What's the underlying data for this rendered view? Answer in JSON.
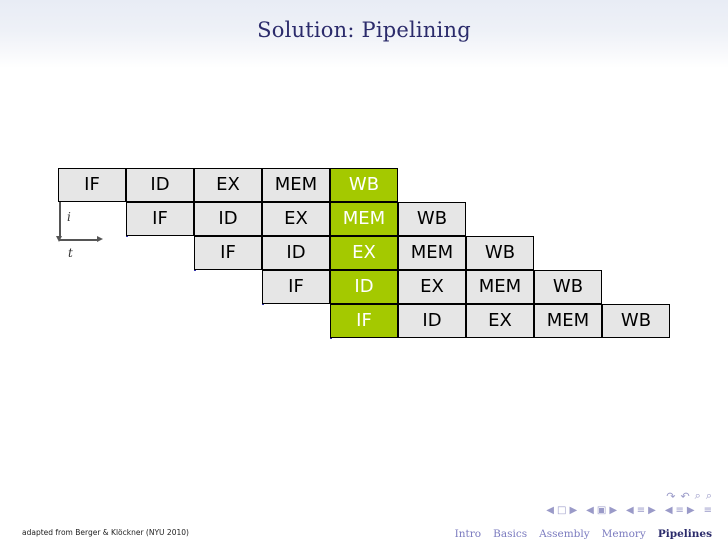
{
  "slide": {
    "title": "Solution: Pipelining"
  },
  "diagram": {
    "axis": {
      "vertical_label": "i",
      "horizontal_label": "t"
    },
    "stages": [
      "IF",
      "ID",
      "EX",
      "MEM",
      "WB"
    ],
    "rows": [
      {
        "offset": 0,
        "cells": [
          "IF",
          "ID",
          "EX",
          "MEM",
          "WB"
        ],
        "highlight_index": 4
      },
      {
        "offset": 1,
        "cells": [
          "IF",
          "ID",
          "EX",
          "MEM",
          "WB"
        ],
        "highlight_index": 3
      },
      {
        "offset": 2,
        "cells": [
          "IF",
          "ID",
          "EX",
          "MEM",
          "WB"
        ],
        "highlight_index": 2
      },
      {
        "offset": 3,
        "cells": [
          "IF",
          "ID",
          "EX",
          "MEM",
          "WB"
        ],
        "highlight_index": 1
      },
      {
        "offset": 4,
        "cells": [
          "IF",
          "ID",
          "EX",
          "MEM",
          "WB"
        ],
        "highlight_index": 0
      }
    ],
    "colors": {
      "cell_background": "#e6e6e6",
      "highlight_background": "#a4c900",
      "highlight_text": "#ffffff",
      "separator": "#3333aa",
      "border": "#000000"
    }
  },
  "footer": {
    "credit": "adapted from Berger & Klöckner (NYU 2010)",
    "nav": [
      {
        "label": "Intro",
        "current": false
      },
      {
        "label": "Basics",
        "current": false
      },
      {
        "label": "Assembly",
        "current": false
      },
      {
        "label": "Memory",
        "current": false
      },
      {
        "label": "Pipelines",
        "current": true
      }
    ],
    "nav_icons": [
      "◀",
      "□",
      "▶",
      "◀",
      "▣",
      "▶",
      "◀",
      "≡",
      "▶",
      "◀",
      "≡",
      "▶",
      "≡"
    ],
    "zoom_icons": [
      "↷",
      "↶",
      "⌕",
      "⌕"
    ]
  }
}
